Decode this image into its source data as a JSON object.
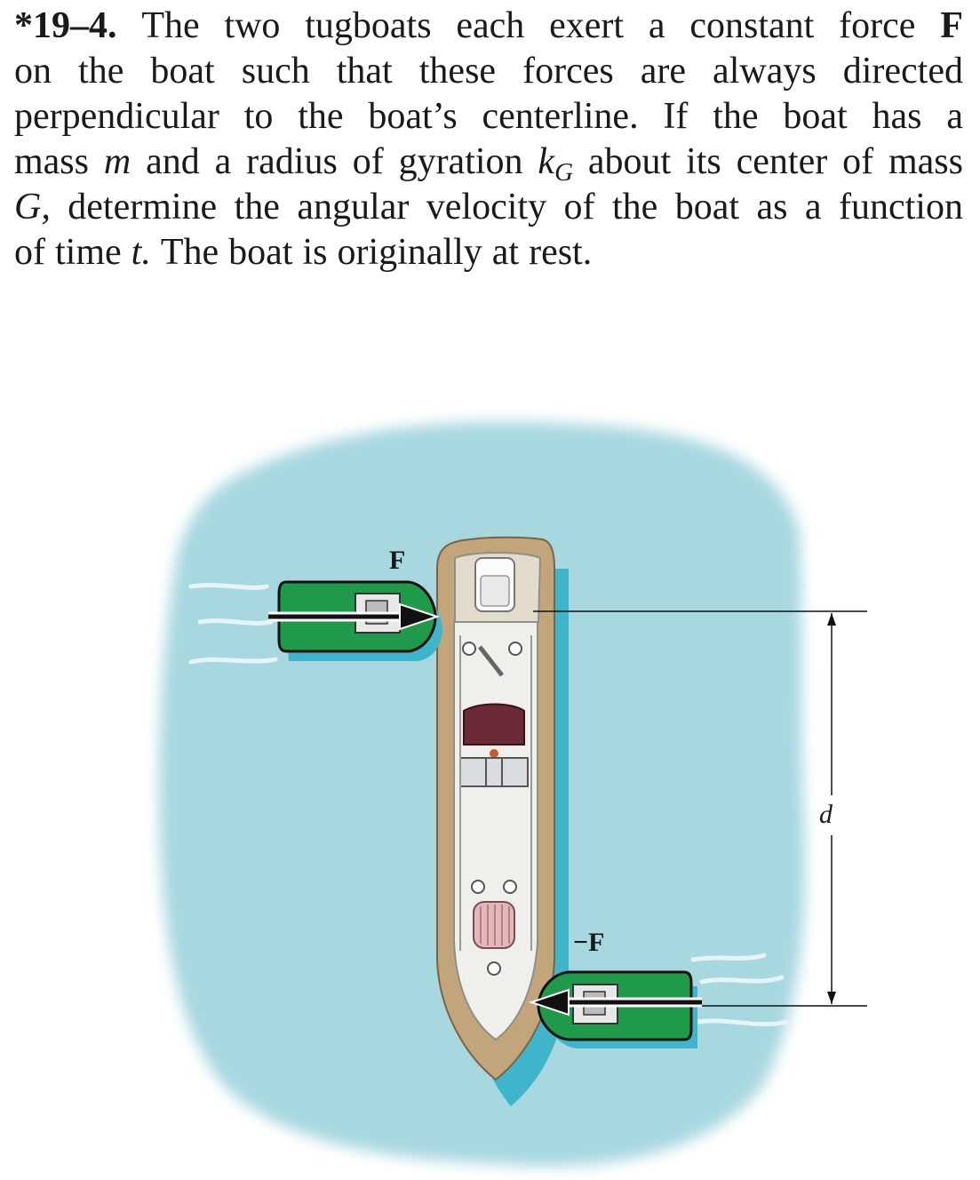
{
  "problem": {
    "number": "*19–4.",
    "lines": [
      [
        "The",
        "two",
        "tugboats",
        "each",
        "exert",
        "a",
        "constant",
        "force",
        "F"
      ],
      [
        "on",
        "the",
        "boat",
        "such",
        "that",
        "these",
        "forces",
        "are",
        "always",
        "directed"
      ],
      [
        "perpendicular",
        "to",
        "the",
        "boat’s",
        "centerline.",
        "If",
        "the",
        "boat",
        "has",
        "a"
      ],
      [
        "mass",
        "m",
        "and",
        "a",
        "radius",
        "of",
        "gyration",
        "kG",
        "about",
        "its",
        "center",
        "of",
        "mass"
      ],
      [
        "G,",
        "determine",
        "the",
        "angular",
        "velocity",
        "of",
        "the",
        "boat",
        "as",
        "a",
        "function"
      ],
      [
        "of",
        "time",
        "t.",
        "The",
        "boat",
        "is",
        "originally",
        "at",
        "rest."
      ]
    ],
    "k_symbol": "k",
    "k_subscript": "G"
  },
  "figure": {
    "label_force_top": "F",
    "label_force_bottom": "−F",
    "label_distance": "d",
    "colors": {
      "water": "#a7d8e0",
      "water_shadow": "#3fb5cc",
      "hull": "#c2a57a",
      "deck": "#efefec",
      "tug_hull": "#1f9a4a",
      "cabin": "#6b2a35",
      "arrow": "#111111"
    }
  }
}
